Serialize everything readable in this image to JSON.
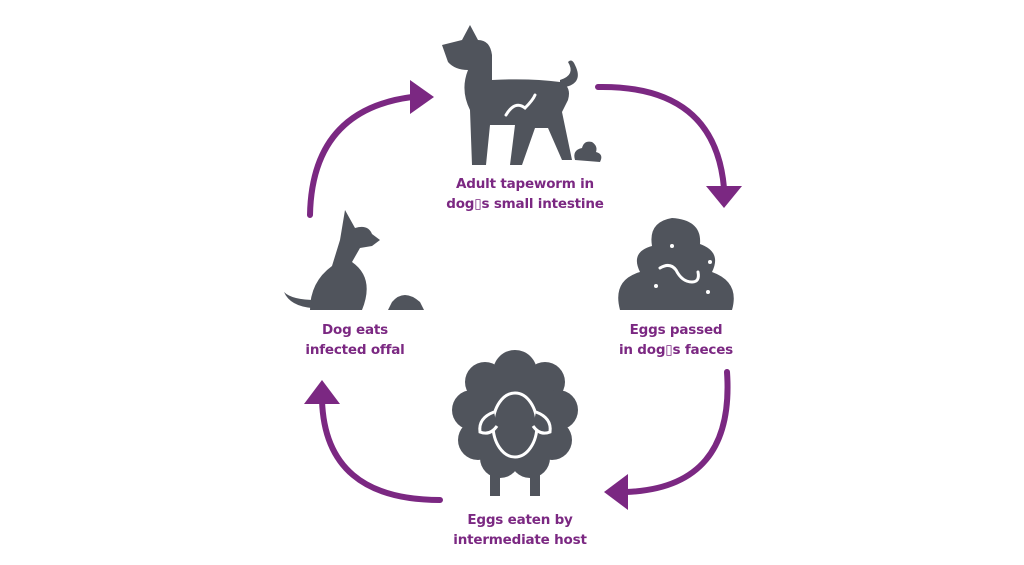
{
  "colors": {
    "accent": "#7b2882",
    "icon": "#50545c"
  },
  "stages": [
    {
      "icon": "standing-dog-with-tapeworm",
      "lines": [
        "Adult tapeworm in",
        "dog▯s small intestine"
      ]
    },
    {
      "icon": "faeces-with-worm",
      "lines": [
        "Eggs passed",
        "in dog▯s faeces"
      ]
    },
    {
      "icon": "sheep",
      "lines": [
        "Eggs eaten by",
        "intermediate host"
      ]
    },
    {
      "icon": "sitting-dog-with-bowl",
      "lines": [
        "Dog eats",
        "infected offal"
      ]
    }
  ]
}
